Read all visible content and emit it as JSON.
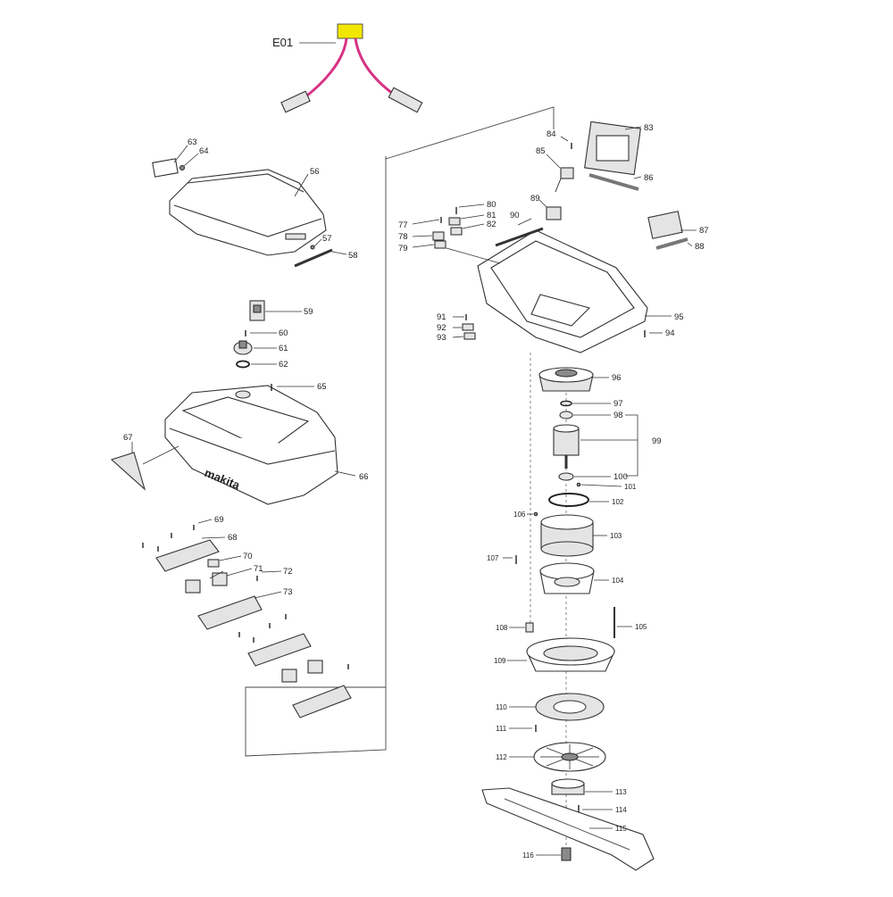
{
  "wire_harness": {
    "label": "E01",
    "wire_color": "#d63384",
    "connector_color": "#f2e600"
  },
  "callouts": {
    "c56": "56",
    "c57": "57",
    "c58": "58",
    "c59": "59",
    "c60": "60",
    "c61": "61",
    "c62": "62",
    "c63": "63",
    "c64": "64",
    "c65": "65",
    "c66": "66",
    "c67": "67",
    "c68": "68",
    "c69": "69",
    "c70": "70",
    "c71": "71",
    "c72": "72",
    "c73": "73",
    "c77": "77",
    "c78": "78",
    "c79": "79",
    "c80": "80",
    "c81": "81",
    "c82": "82",
    "c83": "83",
    "c84": "84",
    "c85": "85",
    "c86": "86",
    "c87": "87",
    "c88": "88",
    "c89": "89",
    "c90": "90",
    "c91": "91",
    "c92": "92",
    "c93": "93",
    "c94": "94",
    "c95": "95",
    "c96": "96",
    "c97": "97",
    "c98": "98",
    "c99": "99",
    "c100": "100",
    "c101": "101",
    "c102": "102",
    "c103": "103",
    "c104": "104",
    "c105": "105",
    "c106": "106",
    "c107": "107",
    "c108": "108",
    "c109": "109",
    "c110": "110",
    "c111": "111",
    "c112": "112",
    "c113": "113",
    "c114": "114",
    "c115": "115",
    "c116": "116"
  },
  "brand_text": "makita"
}
